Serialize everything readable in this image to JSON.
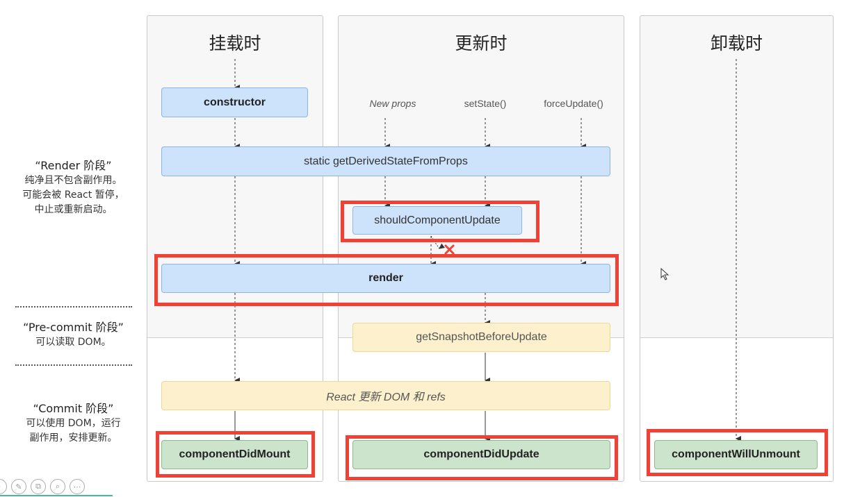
{
  "columns": {
    "mount": "挂载时",
    "update": "更新时",
    "unmount": "卸载时"
  },
  "phases": {
    "render": {
      "title": "“Render 阶段”",
      "lines": [
        "纯净且不包含副作用。",
        "可能会被 React 暂停，",
        "中止或重新启动。"
      ]
    },
    "precommit": {
      "title": "“Pre-commit 阶段”",
      "lines": [
        "可以读取 DOM。"
      ]
    },
    "commit": {
      "title": "“Commit 阶段”",
      "lines": [
        "可以使用 DOM，运行",
        "副作用，安排更新。"
      ]
    }
  },
  "triggers": {
    "new_props": "New props",
    "set_state": "setState()",
    "force_update": "forceUpdate()"
  },
  "methods": {
    "constructor": "constructor",
    "get_derived_state": "static getDerivedStateFromProps",
    "should_update": "shouldComponentUpdate",
    "render": "render",
    "get_snapshot": "getSnapshotBeforeUpdate",
    "react_updates_dom": "React 更新 DOM 和 refs",
    "did_mount": "componentDidMount",
    "did_update": "componentDidUpdate",
    "will_unmount": "componentWillUnmount"
  },
  "colors": {
    "highlight": "#ef4136",
    "render_phase": "#cde2fb",
    "precommit_phase": "#fdf0cd",
    "commit_phase": "#cce3cc"
  },
  "highlighted": [
    "shouldComponentUpdate",
    "render",
    "componentDidMount",
    "componentDidUpdate",
    "componentWillUnmount"
  ],
  "icons": [
    "toolbar-icon",
    "pen-icon",
    "copy-icon",
    "zoom-icon",
    "more-icon",
    "cursor-icon",
    "cross-mark-icon"
  ]
}
